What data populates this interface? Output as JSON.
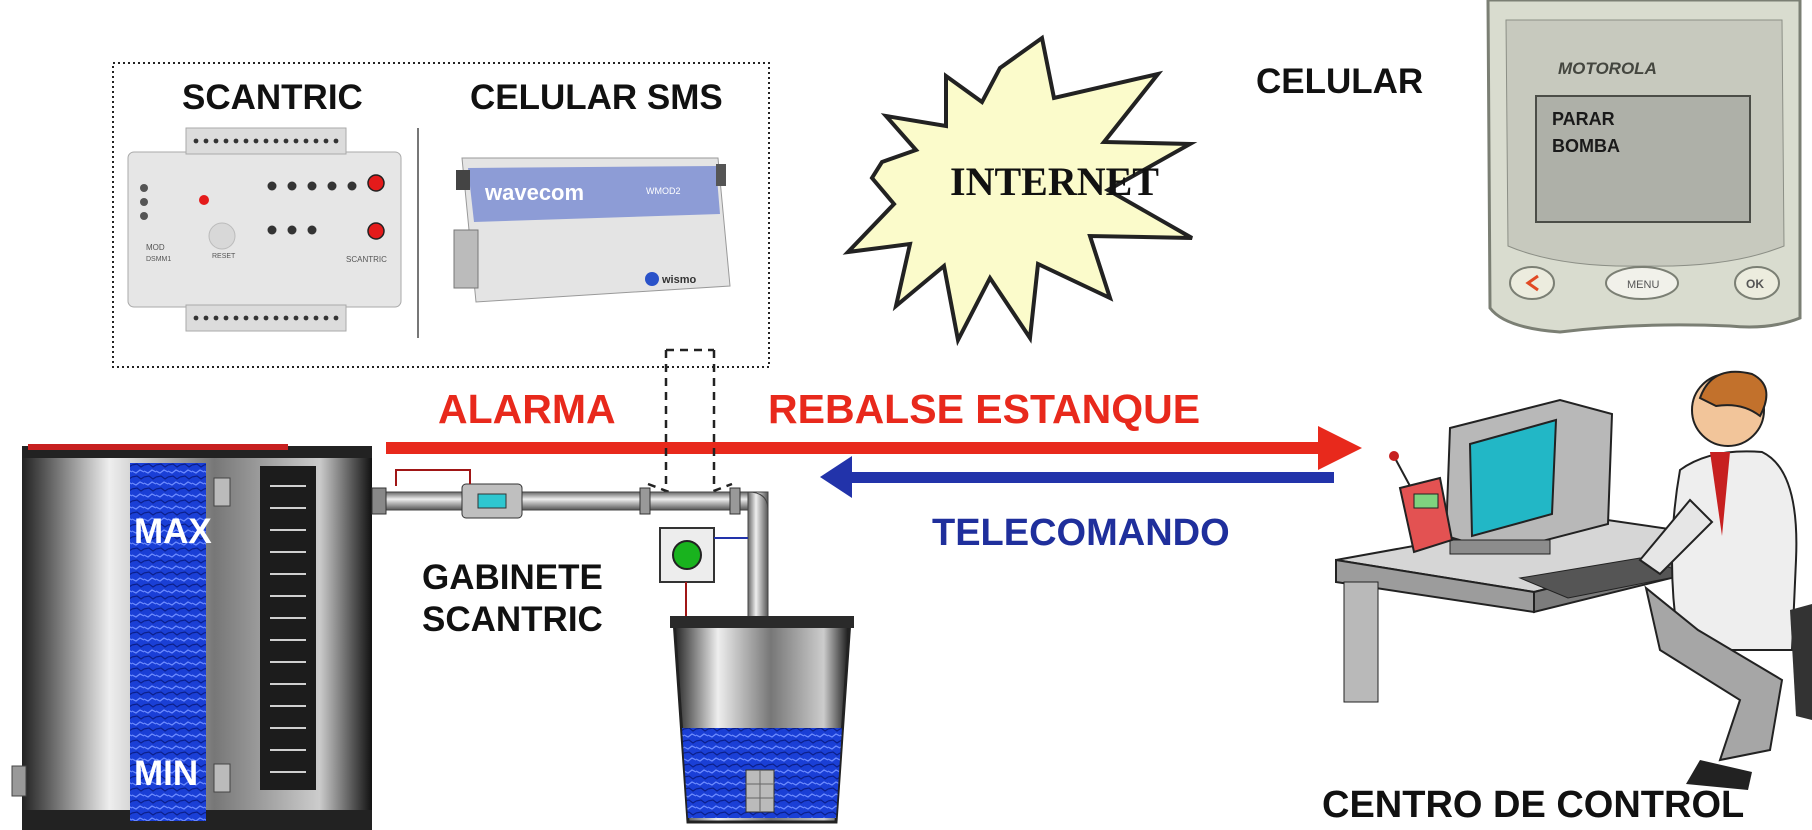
{
  "devices": {
    "scantric_title": "SCANTRIC",
    "celular_sms_title": "CELULAR SMS",
    "scantric_panel_brand": "SCANTRIC",
    "scantric_model": "MOD\nDSMM1",
    "reset_label": "RESET",
    "modem_brand": "wavecom",
    "modem_model": "WMOD2",
    "modem_sub_brand": "wismo"
  },
  "cloud": {
    "label": "INTERNET"
  },
  "phone": {
    "caption": "CELULAR",
    "brand": "MOTOROLA",
    "screen_line1": "PARAR",
    "screen_line2": "BOMBA",
    "menu_label": "MENU",
    "ok_label": "OK"
  },
  "signals": {
    "alarm_label": "ALARMA",
    "alarm_text": "REBALSE ESTANQUE",
    "command_label": "TELECOMANDO",
    "alarm_color": "#e8291c",
    "command_color": "#2233aa"
  },
  "tank": {
    "max_label": "MAX",
    "min_label": "MIN",
    "water_color": "#1a3fd6"
  },
  "cabinet": {
    "line1": "GABINETE",
    "line2": "SCANTRIC"
  },
  "control": {
    "caption": "CENTRO DE CONTROL"
  }
}
